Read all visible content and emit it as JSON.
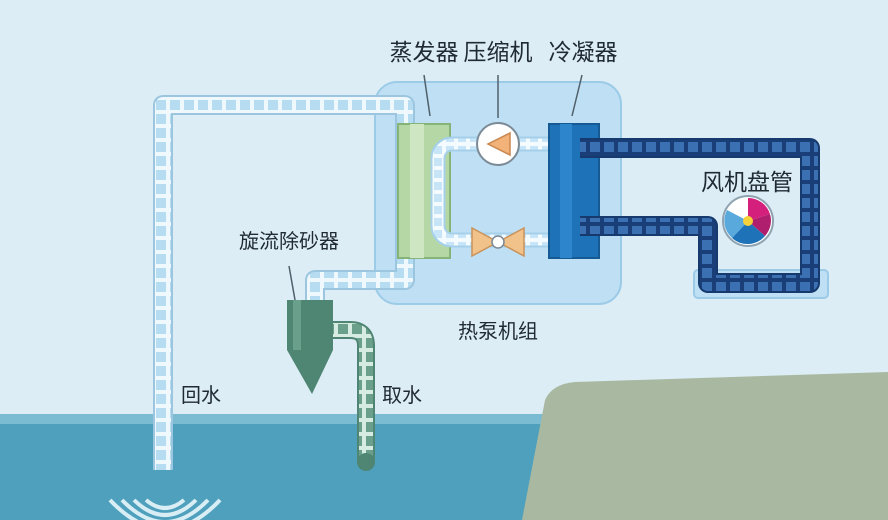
{
  "labels": {
    "evaporator": "蒸发器",
    "compressor": "压缩机",
    "condenser": "冷凝器",
    "fan_coil": "风机盘管",
    "cyclone_desander": "旋流除砂器",
    "heat_pump_unit": "热泵机组",
    "return_water": "回水",
    "intake_water": "取水"
  },
  "colors": {
    "background": "#dcedf6",
    "unit_box": "#bfe0f4",
    "return_pipe": "#cfe9f8",
    "supply_pipe": "#2f5f9e",
    "intake_pipe": "#6f9e8c",
    "evaporator": "#b5d7a6",
    "condenser": "#1e72b8",
    "water": "#4ea0bd",
    "ground": "#a9b9a1",
    "valve": "#f2c28b"
  },
  "icons": [
    "compressor-icon",
    "expansion-valve-icon",
    "fan-icon",
    "cyclone-desander-icon",
    "water-ripple-icon"
  ]
}
